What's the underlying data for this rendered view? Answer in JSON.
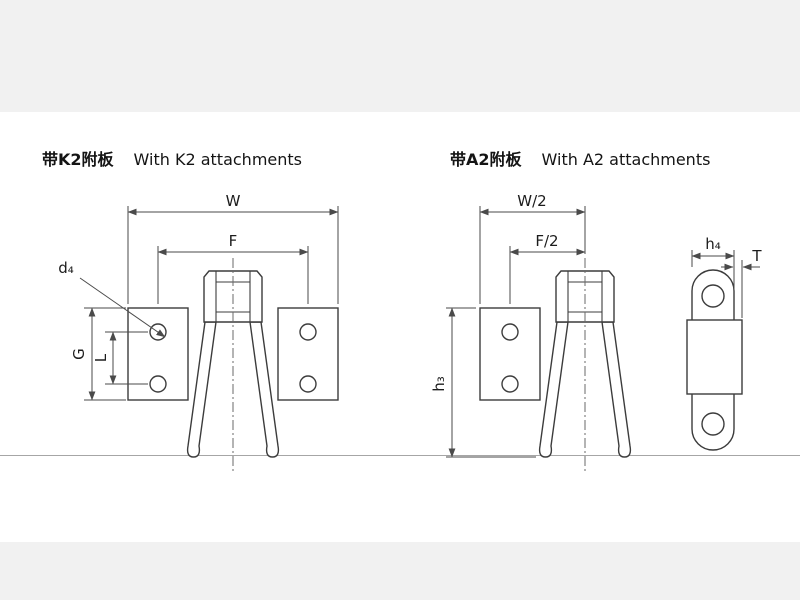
{
  "page": {
    "background_color": "#f1f1f1",
    "panel_color": "#ffffff",
    "line_color": "#3c3c3c",
    "dimension_color": "#4a4a4a"
  },
  "sections": {
    "k2": {
      "title_cn": "带K2附板",
      "title_en": "With K2 attachments",
      "dims": {
        "overall_width": "W",
        "hole_span": "F",
        "hole_diameter": "d₄",
        "plate_height": "G",
        "hole_pitch": "L"
      }
    },
    "a2": {
      "title_cn": "带A2附板",
      "title_en": "With A2 attachments",
      "dims": {
        "half_width": "W/2",
        "half_hole_span": "F/2",
        "attachment_height": "h₃"
      }
    },
    "side_view": {
      "dims": {
        "plate_width": "h₄",
        "plate_thickness": "T"
      }
    }
  }
}
